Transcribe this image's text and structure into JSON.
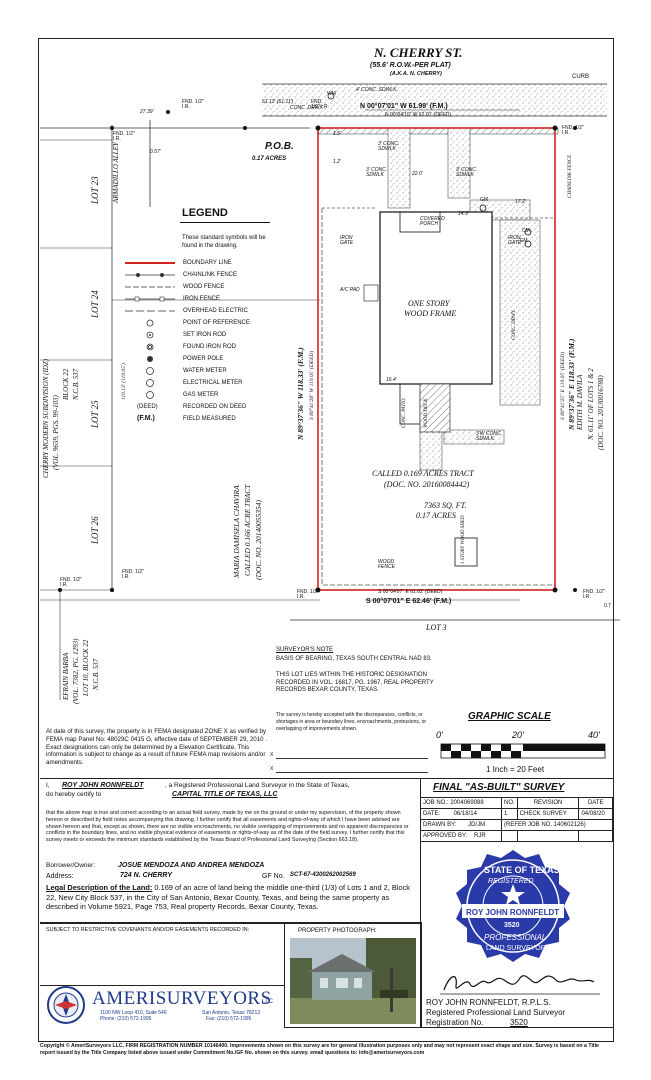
{
  "street": {
    "name": "N. CHERRY ST.",
    "row": "(55.6' R.O.W.-PER PLAT)",
    "aka": "(A.K.A. N. CHERRY)",
    "curb": "CURB",
    "sdwlk_top": "4' CONC. SDWLK."
  },
  "plat": {
    "north_bearing_fm": "N 00°07'01\" W  61.99' (F.M.)",
    "north_bearing_deed": "N 00°04'10\" W  62.01' (DEED)",
    "south_bearing_deed": "S 00°04'07\" E  61.62' (DEED)",
    "south_bearing_fm": "S 00°07'01\" E  62.46' (F.M.)",
    "west_bearing_fm": "N 89°37'36\" W   118.33' (F.M.)",
    "west_bearing_deed": "S 89°41'28\" W   119.05' (DEED)",
    "east_bearing_fm": "N 89°37'36\" E   118.33' (F.M.)",
    "east_bearing_deed": "S 89°41'25\" E   119.05' (DEED)",
    "pob": "P.O.B.",
    "pob_acres": "0.17 ACRES",
    "dim_15": "1.5'",
    "dim_12": "1.2'",
    "dim_220": "22.0'",
    "dim_149": "14.9'",
    "dim_172": "17.2'",
    "dim_164": "16.4'",
    "dim_2739": "27.39'",
    "dim_057": "0.57'",
    "dim_6113": "61.13' (61.11')",
    "dim_11913": "119.13' (119.05')",
    "dim_0": "0.7",
    "conc_drwy_top": "CONC. DRWY.",
    "conc_sdwlk_1": "3' CONC. SDWLK",
    "conc_sdwlk_2": "3' CONC. SDWLK",
    "conc_sdwlk_3": "3' CONC. SDWLK",
    "conc_sdwlk_4": "3'W CONC. SDWLK.",
    "chainlink": "CHAINLINK FENCE",
    "covered_porch": "COVERED PORCH",
    "iron_gate_1": "IRON GATE",
    "iron_gate_2": "IRON GATE",
    "ac_pad": "A/C PAD",
    "house_1": "ONE STORY",
    "house_2": "WOOD FRAME",
    "conc_drwy_side": "CONC. DRWY.",
    "conc_patio": "CONC. PATIO",
    "wood_deck": "WOOD DECK",
    "wood_fence": "WOOD FENCE",
    "wood_shed": "1 STORY WOOD SHED",
    "called_tract": "CALLED 0.169 ACRES TRACT",
    "called_doc": "(DOC. NO. 20160084442)",
    "sqft": "7363 SQ. FT.",
    "acres": "0.17 ACRES",
    "armadillo": "ARMADILLO ALLEY",
    "maria_1": "MARIA DAMISELA CHAVIRA",
    "maria_2": "CALLED 0.166 ACRE TRACT",
    "maria_3": "(DOC. NO. 20140055354)",
    "edith_1": "EDITH M. DAVILA",
    "edith_2": "N. 61.11' OF LOTS 1 & 2",
    "edith_3": "(DOC. NO. 20130016788)",
    "cherry_1": "CHERRY MODERN SUBDIVISION (IDZ)",
    "cherry_2": "(VOL. 9659, PGS. 99-103)",
    "cherry_3": "BLOCK 22",
    "cherry_4": "N.C.B. 537",
    "efrain_1": "EFRAIN BARBA",
    "efrain_2": "(VOL. 7382, PG. 1293)",
    "efrain_3": "LOT 10, BLOCK 22",
    "efrain_4": "N.C.B. 537",
    "lot_3": "LOT 3",
    "lots": [
      "LOT 23",
      "LOT 24",
      "LOT 25",
      "LOT 26"
    ],
    "fnd_ir_1": "FND. 1/2\" I.R.",
    "fnd_ir_2": "FND. 1/2\" I.R.",
    "fnd_ir_3": "FND. 1/2\" I.R.",
    "fnd_ir_4": "FND. 1/2\" I.R.",
    "fnd_ir_5": "FND. 1/2\" I.R.",
    "fnd_ir_6": "FND. 1/2\" I.R.",
    "fnd_ir_7": "FND. 1/2\" I.R.",
    "fnd_ir_8": "FND. 1/2\" I.R.",
    "wm": "WM",
    "gm": "GM",
    "em": "EM",
    "cm": "CM"
  },
  "legend": {
    "title": "LEGEND",
    "subtitle": "These standard symbols will be found in the drawing.",
    "items": [
      {
        "sym": "line-red",
        "label": "BOUNDARY LINE"
      },
      {
        "sym": "chainlink",
        "label": "CHAINLINK FENCE"
      },
      {
        "sym": "wood",
        "label": "WOOD FENCE"
      },
      {
        "sym": "iron",
        "label": "IRON FENCE"
      },
      {
        "sym": "electric",
        "label": "OVERHEAD ELECTRIC"
      },
      {
        "sym": "circle",
        "label": "POINT OF REFERENCE"
      },
      {
        "sym": "dot-circle",
        "label": "SET IRON ROD"
      },
      {
        "sym": "dbl-circle",
        "label": "FOUND IRON ROD"
      },
      {
        "sym": "pole",
        "label": "POWER POLE"
      },
      {
        "sym": "wm",
        "label": "WATER METER"
      },
      {
        "sym": "em",
        "label": "ELECTRICAL METER"
      },
      {
        "sym": "gm",
        "label": "GAS METER"
      },
      {
        "sym": "deed",
        "label": "RECORDED ON DEED"
      },
      {
        "sym": "fm",
        "label": "FIELD MEASURED"
      }
    ],
    "deed_sym": "(DEED)",
    "fm_sym": "(F.M.)"
  },
  "surveyor_note": {
    "title": "SURVEYOR'S NOTE",
    "basis": "BASIS OF BEARING, TEXAS SOUTH CENTRAL NAD 83.",
    "historic": "THIS LOT LIES WITHIN THE HISTORIC DESIGNATION RECORDED IN VOL. 16817, PG. 1967, REAL PROPERTY RECORDS BEXAR COUNTY, TEXAS."
  },
  "accepted": {
    "text": "The survey is hereby accepted with the discrepancies, conflicts, or shortages in area or boundary lines, encroachments, protrusions, or overlapping of improvements shown."
  },
  "graphic_scale": {
    "title": "GRAPHIC SCALE",
    "labels": [
      "0'",
      "20'",
      "40'"
    ],
    "note": "1 Inch = 20 Feet"
  },
  "fema": {
    "text": "At date of this survey, the property is in FEMA designated ZONE X as verified by FEMA map Panel No: 48029C 0415 G, effective date of SEPTEMBER 29, 2010 . Exact designations can only be determined by a Elevation Certificate. This information is subject to change as a result of future FEMA map revisions and/or amendments."
  },
  "certification": {
    "line1_prefix": "I,",
    "surveyor_name": "ROY JOHN RONNFELDT",
    "line1_suffix": ", a Registered Professional Land Surveyor in the State of Texas,",
    "line2_prefix": "do hereby certify to",
    "title_company": "CAPITAL TITLE OF TEXAS, LLC",
    "body": "that the above map is true and correct according to an actual field survey, made by me on the ground or under my supervision, of the property shown hereon or described by field notes accompanying this drawing. I further certify that all easements and rights-of-way of which I have been advised are shown hereon and that, except as shown, there are no visible encroachments, no visible overlapping of improvements and no apparent discrepancies or conflicts in the boundary lines, and no visible physical evidence of easements or rights-of-way as of the date of the field survey. I further certify that this survey meets or exceeds the minimum standards established by the Texas Board of Professional Land Surveying (Section 663.18).",
    "borrower_label": "Borrower/Owner:",
    "borrower": "JOSUE MENDOZA AND ANDREA MENDOZA",
    "address_label": "Address:",
    "address": "724 N. CHERRY",
    "gf_label": "GF No.",
    "gf": "SCT-67-4300262002569",
    "legal_label": "Legal Description of the Land:",
    "legal": "0.169 of an acre of land being the middle one-third (1/3) of Lots 1 and 2, Block 22, New City Block 537, in the City of San Antonio, Bexar County, Texas, and being the same property as described in Volume 5921, Page 753, Real property Records, Bexar County, Texas."
  },
  "covenants": "SUBJECT TO RESTRICTIVE COVENANTS AND/OR EASEMENTS RECORDED IN:",
  "photo_label": "PROPERTY PHOTOGRAPH:",
  "company": {
    "name": "AMERISURVEYORS",
    "llc": "LLC",
    "addr1": "1100 NW Loop 410, Suite 546",
    "addr2": "San Antonio, Texas 78213",
    "phone": "Phone: (210) 572-1995",
    "fax": "Fax: (210) 572-1995"
  },
  "final": {
    "title": "FINAL \"AS-BUILT\" SURVEY",
    "job_label": "JOB NO.:",
    "job": "2004069088",
    "no_label": "NO.",
    "rev_label": "REVISION",
    "date_label": "DATE",
    "date_row_label": "DATE:",
    "date": "06/18/14",
    "rev1_no": "1",
    "rev1": "CHECK SURVEY",
    "rev1_date": "04/08/20",
    "drawn_label": "DRAWN BY:",
    "drawn": "JD/JM",
    "refer": "(REFER JOB NO. 140602126)",
    "approved_label": "APPROVED BY:",
    "approved": "RJR"
  },
  "seal": {
    "state": "STATE OF TEXAS",
    "registered": "REGISTERED",
    "name": "ROY JOHN RONNFELDT",
    "number": "3520",
    "prof": "PROFESSIONAL",
    "ls": "LAND SURVEYOR"
  },
  "signature": {
    "name": "ROY JOHN RONNFELDT, R.P.L.S.",
    "line2": "Registered Professional Land Surveyor",
    "reg_label": "Registration No.",
    "reg": "3520"
  },
  "footer": "Copyright © AmeriSurveyors LLC. FIRM REGISTRATION NUMBER 10146400. Improvements shown on this survey are for general illustration purposes only and may not represent exact shape and size. Survey is based on a Title report issued by the Title Company listed above issued under Commitment No./GF No. shown on this survey. email questions to: info@amerisurveyors.com",
  "colors": {
    "boundary": "#d32222",
    "seal": "#2a3aa8"
  }
}
